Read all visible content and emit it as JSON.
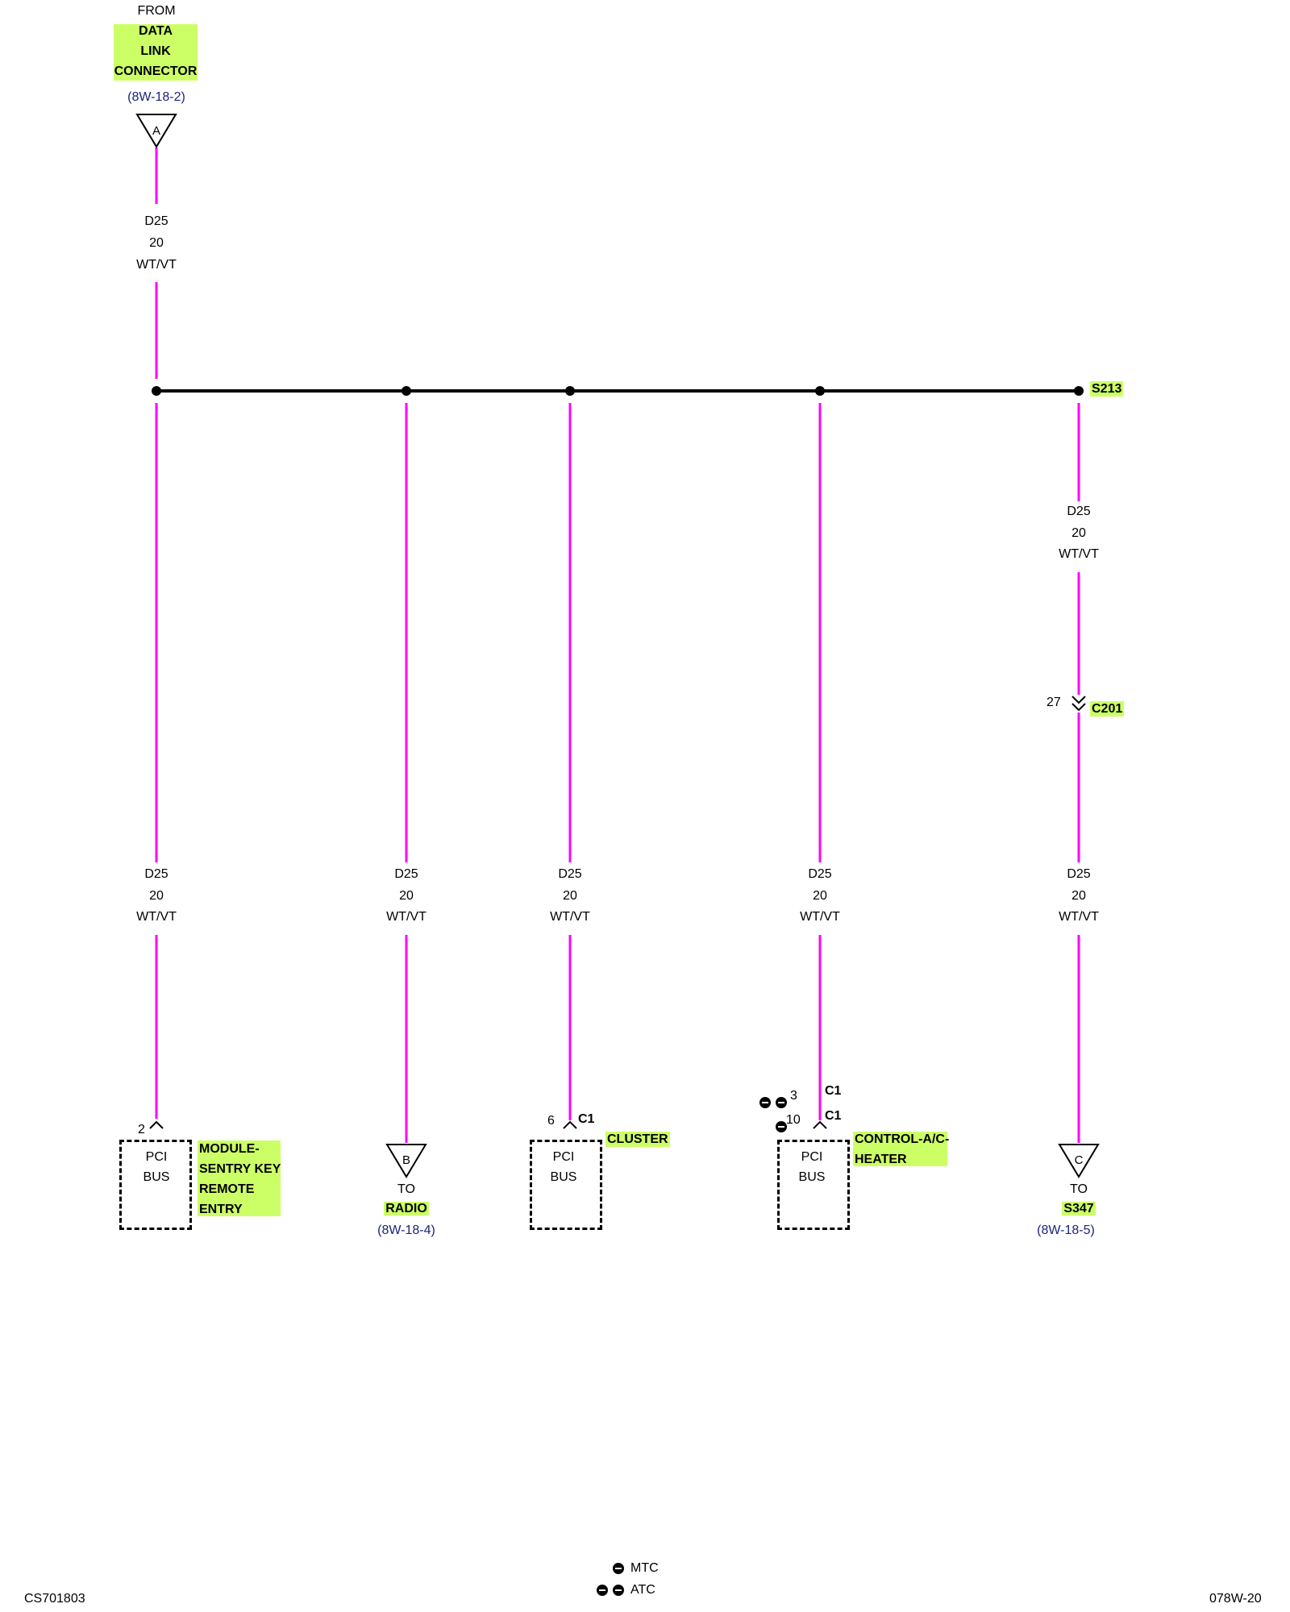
{
  "colors": {
    "wire": "#ff00ff",
    "bus_line": "#000000",
    "highlight": "#ccff66",
    "reference_text": "#1a237e"
  },
  "source": {
    "from": "FROM",
    "name_lines": [
      "DATA",
      "LINK",
      "CONNECTOR"
    ],
    "ref": "(8W-18-2)",
    "connector": "A"
  },
  "wire_label": {
    "circuit": "D25",
    "gauge": "20",
    "color": "WT/VT"
  },
  "splice": "S213",
  "inline_connector": {
    "name": "C201",
    "pin": "27"
  },
  "branches": [
    {
      "id": "sentry",
      "pin": "2",
      "box": [
        "PCI",
        "BUS"
      ],
      "name_lines": [
        "MODULE-",
        "SENTRY KEY",
        "REMOTE",
        "ENTRY"
      ]
    },
    {
      "id": "radio",
      "connector": "B",
      "to": "TO",
      "name": "RADIO",
      "ref": "(8W-18-4)"
    },
    {
      "id": "cluster",
      "pin": "6",
      "conn": "C1",
      "box": [
        "PCI",
        "BUS"
      ],
      "name": "CLUSTER"
    },
    {
      "id": "hvac",
      "pins": [
        {
          "pin": "3",
          "conn": "C1",
          "option": "ATC"
        },
        {
          "pin": "10",
          "conn": "C1",
          "option": "MTC"
        }
      ],
      "box": [
        "PCI",
        "BUS"
      ],
      "name_lines": [
        "CONTROL-A/C-",
        "HEATER"
      ]
    },
    {
      "id": "s347",
      "connector": "C",
      "to": "TO",
      "name": "S347",
      "ref": "(8W-18-5)"
    }
  ],
  "legend": [
    {
      "symbol": "single-dot",
      "label": "MTC"
    },
    {
      "symbol": "double-dot",
      "label": "ATC"
    }
  ],
  "footer": {
    "left": "CS701803",
    "right": "078W-20"
  }
}
